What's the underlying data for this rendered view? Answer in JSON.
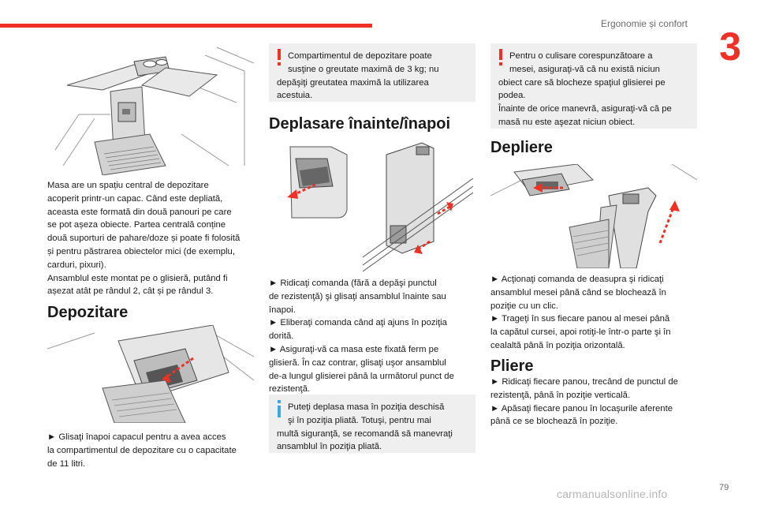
{
  "header": {
    "running_head": "Ergonomie și confort",
    "chapter_number": "3"
  },
  "page_number": "79",
  "watermark": "carmanualsonline.info",
  "colors": {
    "accent": "#ee3124",
    "info": "#3aa7e0",
    "notice_bg": "#efefef"
  },
  "col1": {
    "figure1": "table-with-central-storage-illustration",
    "intro_lines": [
      "Masa are un spațiu central de depozitare",
      "acoperit printr-un capac. Când este depliată,",
      "aceasta este formată din două panouri pe care",
      "se pot așeza obiecte. Partea centrală conține",
      "două suporturi de pahare/doze și poate fi folosită",
      "și pentru păstrarea obiectelor mici (de exemplu,",
      "carduri, pixuri).",
      "Ansamblul este montat pe o glisieră, putând fi",
      "așezat atât pe rândul 2, cât și pe rândul 3."
    ],
    "heading": "Depozitare",
    "figure2": "storage-lid-slide-illustration",
    "step_lines": [
      "► Glisaţi înapoi capacul pentru a avea acces",
      "la compartimentul de depozitare cu o capacitate",
      "de 11 litri."
    ]
  },
  "col2": {
    "warning_icon": "warning-exclamation-icon",
    "warning_lines": [
      "Compartimentul de depozitare poate",
      "susţine o greutate maximă de 3 kg; nu",
      "depăşiţi greutatea maximă la utilizarea",
      "acestuia."
    ],
    "heading": "Deplasare înainte/înapoi",
    "figure": "rail-slide-forward-backward-illustration",
    "step_lines": [
      "► Ridicaţi comanda (fără a depăşi punctul",
      "de rezistenţă) şi glisaţi ansamblul înainte sau",
      "înapoi.",
      "► Eliberaţi comanda când aţi ajuns în poziţia",
      "dorită.",
      "► Asiguraţi-vă ca masa este fixată ferm pe",
      "glisieră. În caz contrar, glisaţi uşor ansamblul",
      "de-a lungul glisierei până la următorul punct de",
      "rezistenţă."
    ],
    "info_icon": "info-icon",
    "info_lines": [
      "Puteţi deplasa masa în poziţia deschisă",
      "şi în poziţia pliată. Totuşi, pentru mai",
      "multă siguranţă, se recomandă să manevraţi",
      "ansamblul în poziţia pliată."
    ]
  },
  "col3": {
    "warning_icon": "warning-exclamation-icon",
    "warning_lines": [
      "Pentru o culisare corespunzătoare a",
      "mesei, asiguraţi-vă că nu există niciun",
      "obiect care să blocheze spaţiul glisierei pe",
      "podea.",
      "Înainte de orice manevră, asiguraţi-vă că pe",
      "masă nu este aşezat niciun obiect."
    ],
    "heading1": "Depliere",
    "figure": "unfold-control-lift-illustration",
    "step1_lines": [
      "► Acţionaţi comanda de deasupra şi ridicaţi",
      "ansamblul mesei până când se blochează în",
      "poziţie cu un clic.",
      "► Trageţi în sus fiecare panou al mesei până",
      "la capătul cursei, apoi rotiţi-le într-o parte şi în",
      "cealaltă până în poziţia orizontală."
    ],
    "heading2": "Pliere",
    "step2_lines": [
      "► Ridicaţi fiecare panou, trecând de punctul de",
      "rezistenţă, până în poziţie verticală.",
      "► Apăsaţi fiecare panou în locaşurile aferente",
      "până ce se blochează în poziţie."
    ]
  }
}
